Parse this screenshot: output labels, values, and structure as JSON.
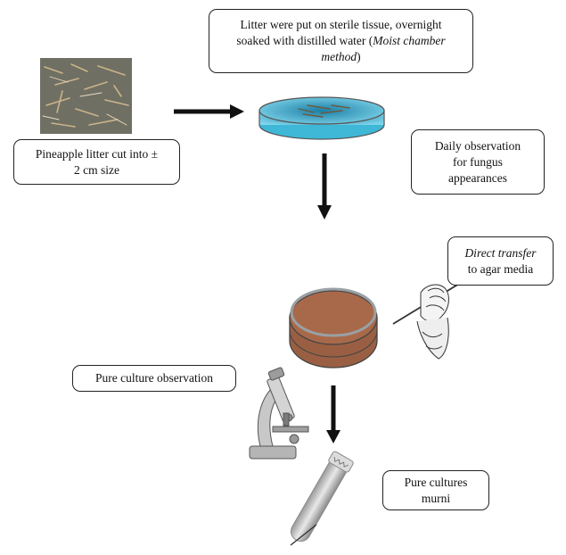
{
  "diagram": {
    "step_soak": {
      "line1": "Litter were put on sterile tissue, overnight",
      "line2_prefix": "soaked with distilled water (",
      "line2_italic": "Moist chamber",
      "line3_italic": "method",
      "line3_suffix": ")"
    },
    "step_cut": {
      "line1": "Pineapple litter cut into ±",
      "line2": "2 cm size"
    },
    "step_daily": {
      "line1": "Daily observation",
      "line2": "for fungus",
      "line3": "appearances"
    },
    "step_transfer": {
      "line1_italic": "Direct transfer",
      "line2": "to agar media"
    },
    "step_pure_obs": {
      "text": "Pure culture observation"
    },
    "step_pure_cultures": {
      "line1": "Pure cultures",
      "line2": "murni"
    },
    "colors": {
      "water": "#3fb7d6",
      "agar": "#a8694a",
      "arrow": "#111111",
      "litter": "#6b5a3f"
    }
  }
}
